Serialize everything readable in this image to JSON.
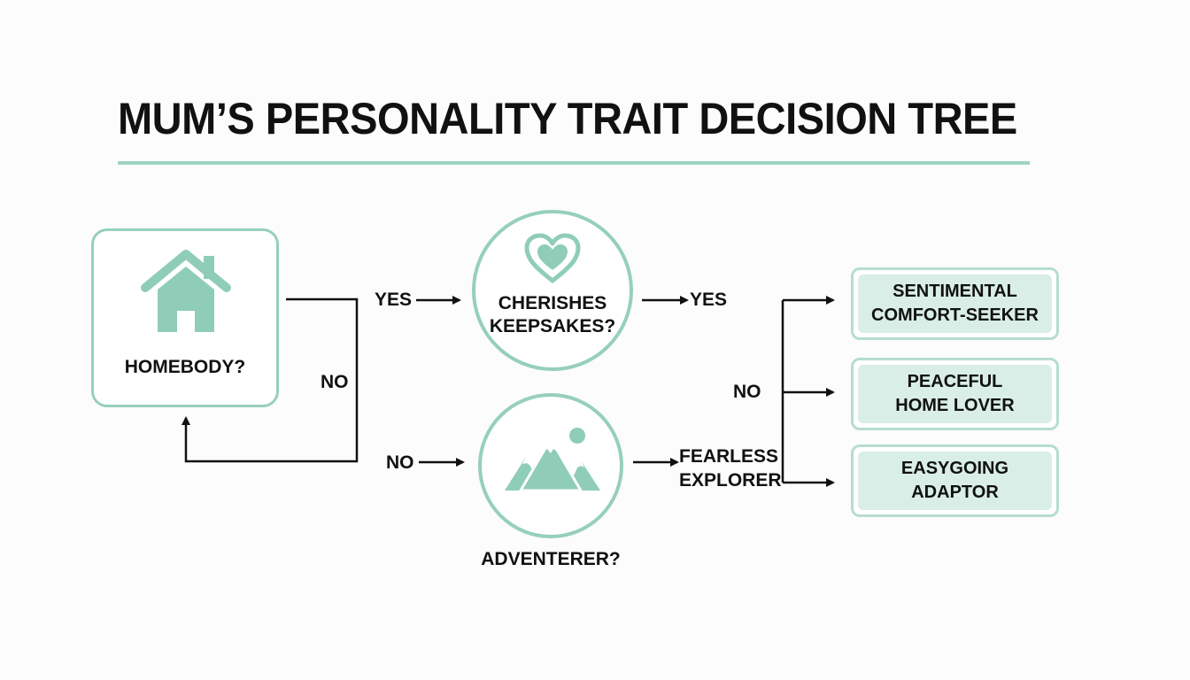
{
  "title": "MUM’S PERSONALITY TRAIT DECISION TREE",
  "colors": {
    "accent": "#96cfbd",
    "accent_fill": "#8fcdb9",
    "result_fill": "#d8eee6",
    "line": "#111111"
  },
  "nodes": {
    "homebody": {
      "label": "HOMEBODY?",
      "icon": "house-icon"
    },
    "keepsakes": {
      "line1": "CHERISHES",
      "line2": "KEEPSAKES?",
      "icon": "heart-icon"
    },
    "adventurer": {
      "label": "ADVENTERER?",
      "icon": "mountain-icon"
    }
  },
  "edges": {
    "yes_in": "YES",
    "yes_out": "YES",
    "no_loop": "NO",
    "no_in": "NO",
    "no_right": "NO",
    "fearless_line1": "FEARLESS",
    "fearless_line2": "EXPLORER"
  },
  "results": [
    {
      "line1": "SENTIMENTAL",
      "line2": "COMFORT-SEEKER"
    },
    {
      "line1": "PEACEFUL",
      "line2": "HOME LOVER"
    },
    {
      "line1": "EASYGOING",
      "line2": "ADAPTOR"
    }
  ]
}
